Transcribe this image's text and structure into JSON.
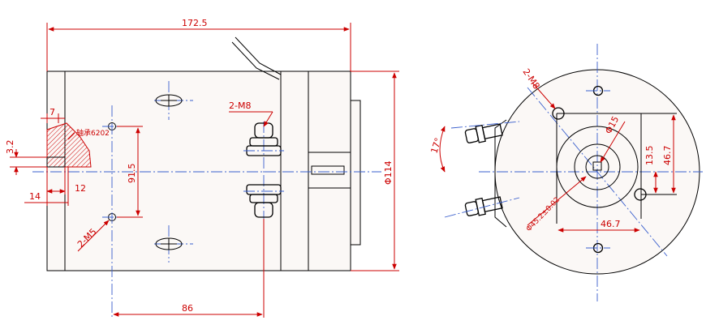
{
  "drawing": {
    "side_view": {
      "overall_length": "172.5",
      "bolt_spacing": "86",
      "mounting_height": "91.5",
      "housing_diameter": "Φ114",
      "offset_7": "7",
      "offset_14": "14",
      "offset_12": "12",
      "shaft_3_2": "3.2",
      "bearing_label": "轴承6202",
      "top_thread": "2-M8",
      "bottom_thread": "2-M5"
    },
    "end_view": {
      "thread": "2-M8",
      "angle": "17°",
      "bore": "Φ15",
      "pilot": "Φ45.2±0.02",
      "horiz_spacing": "46.7",
      "vert_spacing": "46.7",
      "offset_13_5": "13.5"
    }
  }
}
